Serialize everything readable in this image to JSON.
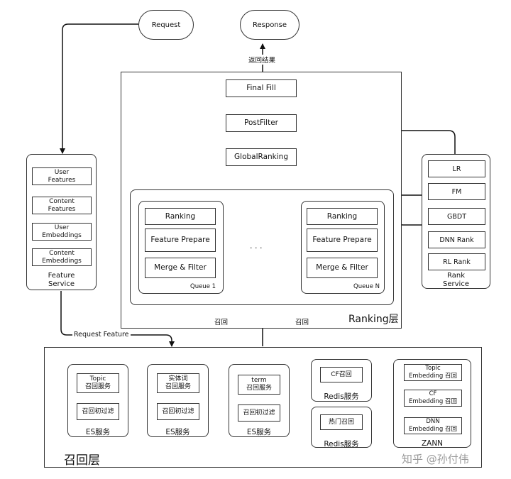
{
  "request": "Request",
  "response": "Response",
  "return_result": "返回结果",
  "pipeline": {
    "final_fill": "Final Fill",
    "post_filter": "PostFilter",
    "global_ranking": "GlobalRanking"
  },
  "queue1": {
    "ranking": "Ranking",
    "feature_prepare": "Feature Prepare",
    "merge_filter": "Merge & Filter",
    "name": "Queue 1"
  },
  "queueN": {
    "ranking": "Ranking",
    "feature_prepare": "Feature Prepare",
    "merge_filter": "Merge & Filter",
    "name": "Queue N"
  },
  "ellipsis": ". . .",
  "ranking_layer": "Ranking层",
  "recall_tag": "召回",
  "feature_service": {
    "items": [
      "User\nFeatures",
      "Content\nFeatures",
      "User\nEmbeddings",
      "Content\nEmbeddings"
    ],
    "title": "Feature\nService"
  },
  "rank_service": {
    "items": [
      "LR",
      "FM",
      "GBDT",
      "DNN Rank",
      "RL Rank"
    ],
    "title": "Rank\nService"
  },
  "request_feature": "Request Feature",
  "recall_layer": {
    "title": "召回层",
    "es1": {
      "a": "Topic\n召回服务",
      "b": "召回初过滤",
      "title": "ES服务"
    },
    "es2": {
      "a": "实体词\n召回服务",
      "b": "召回初过滤",
      "title": "ES服务"
    },
    "es3": {
      "a": "term\n召回服务",
      "b": "召回初过滤",
      "title": "ES服务"
    },
    "redis1": {
      "a": "CF召回",
      "title": "Redis服务"
    },
    "redis2": {
      "a": "热门召回",
      "title": "Redis服务"
    },
    "zann": {
      "a": "Topic\nEmbedding 召回",
      "b": "CF\nEmbedding 召回",
      "c": "DNN\nEmbedding 召回",
      "title": "ZANN"
    }
  },
  "watermark": "知乎 @孙付伟"
}
